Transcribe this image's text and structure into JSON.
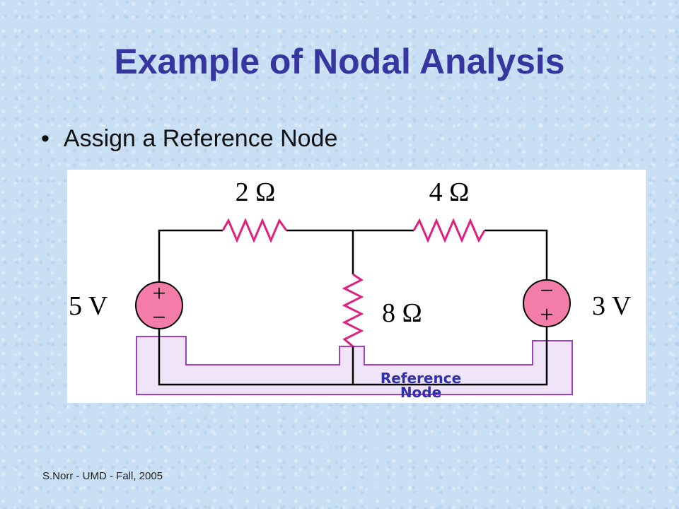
{
  "slide": {
    "title": "Example of Nodal Analysis",
    "bullet": "Assign a Reference Node",
    "footer": "S.Norr - UMD - Fall, 2005"
  },
  "circuit": {
    "resistor_top_left": "2 Ω",
    "resistor_top_right": "4 Ω",
    "resistor_middle": "8 Ω",
    "source_left": "5 V",
    "source_right": "3 V",
    "source_left_top": "+",
    "source_left_bottom": "−",
    "source_right_top": "−",
    "source_right_bottom": "+",
    "reference_line1": "Reference",
    "reference_line2": "Node"
  },
  "colors": {
    "title": "#3636a0",
    "resistor": "#e0207e",
    "source_fill": "#f47ca8",
    "reference": "#a040c0",
    "reference_fill": "#f0e4f8",
    "reference_text": "#3030a8"
  }
}
